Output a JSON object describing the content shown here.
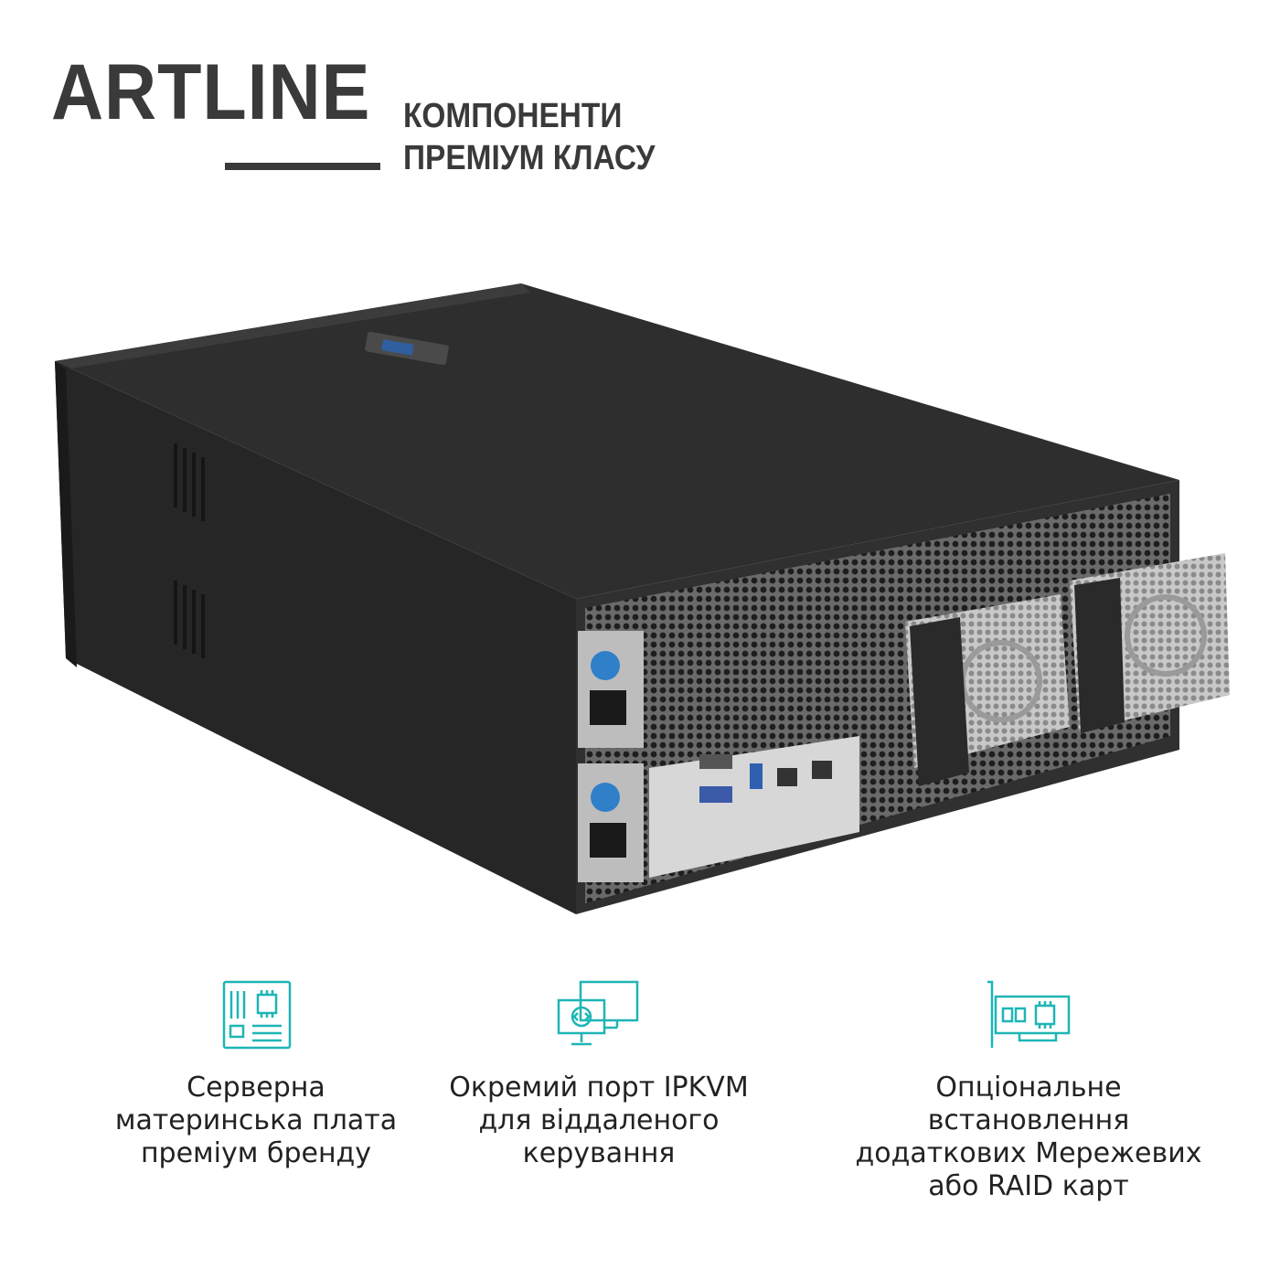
{
  "header": {
    "brand": "ARTLINE",
    "tagline_line1": "КОМПОНЕНТИ",
    "tagline_line2": "ПРЕМІУМ КЛАСУ"
  },
  "colors": {
    "accent": "#1fb5b5",
    "logo": "#3a3a3a",
    "chassis": "#2b2b2b"
  },
  "product": {
    "image": "rack-server-chassis"
  },
  "features": [
    {
      "icon": "motherboard-icon",
      "lines": [
        "Серверна",
        "материнська плата",
        "преміум бренду"
      ]
    },
    {
      "icon": "remote-desktop-icon",
      "lines": [
        "Окремий порт IPKVM",
        "для віддаленого",
        "керування"
      ]
    },
    {
      "icon": "expansion-card-icon",
      "lines": [
        "Опціональне",
        "встановлення",
        "додаткових Мережевих",
        "або RAID карт"
      ]
    }
  ]
}
